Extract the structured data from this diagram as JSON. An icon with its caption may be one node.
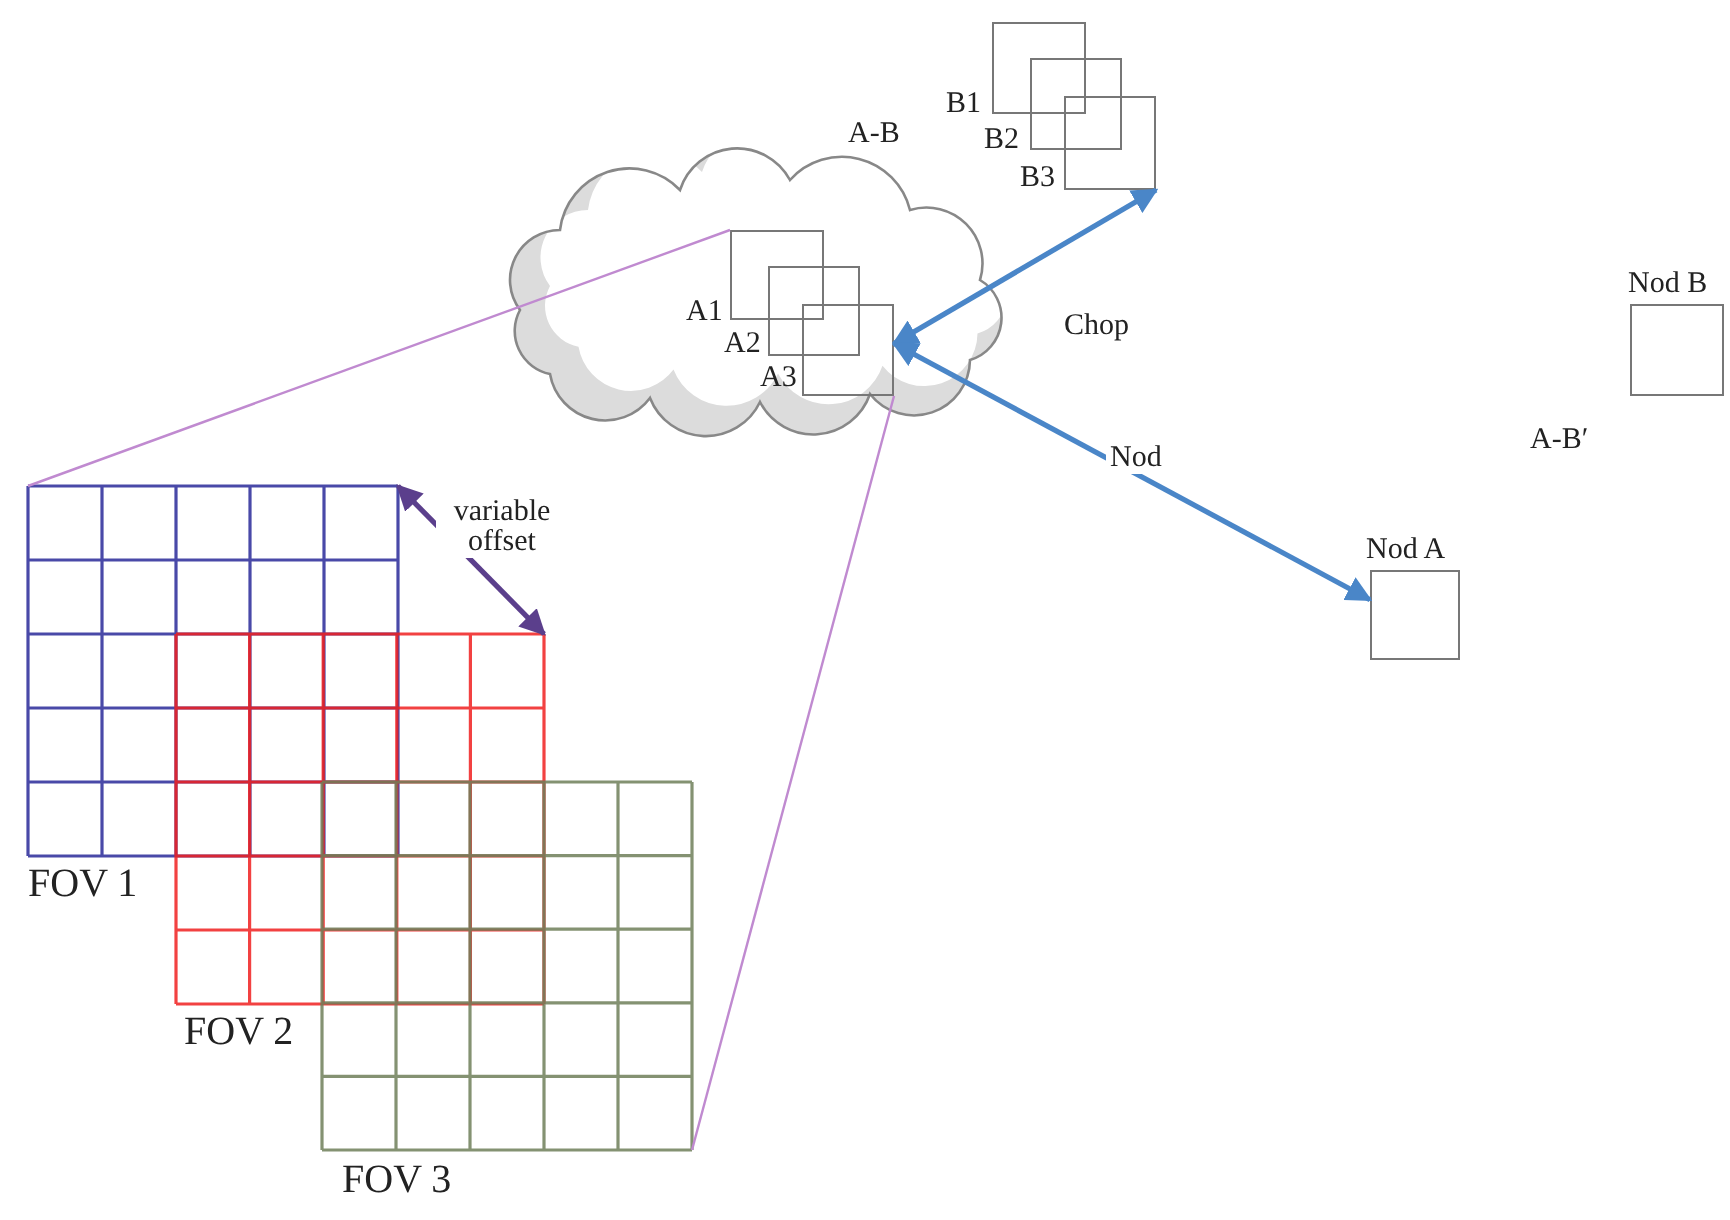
{
  "diagram": {
    "nodes": [
      {
        "text": [
          "A-B"
        ]
      },
      {
        "text": [
          "A1"
        ],
        "in": 0
      },
      {
        "text": [
          "A2"
        ],
        "in": 0
      },
      {
        "text": [
          "A3"
        ],
        "in": 0
      },
      {
        "text": [
          "B1"
        ]
      },
      {
        "text": [
          "B2"
        ]
      },
      {
        "text": [
          "B3"
        ]
      },
      {
        "text": [
          "Nod A"
        ]
      },
      {
        "text": [
          "Nod B"
        ]
      },
      {
        "text": [
          "FOV 1"
        ]
      },
      {
        "text": [
          "FOV 2"
        ]
      },
      {
        "text": [
          "FOV 3"
        ]
      }
    ],
    "edges": [
      {
        "from": 3,
        "to": 6,
        "arrow": "both",
        "label": "Chop",
        "color": "#4a86c8"
      },
      {
        "from": 3,
        "to": 7,
        "arrow": "both",
        "label": "Nod",
        "color": "#4a86c8"
      },
      {
        "from": 9,
        "to": 10,
        "arrow": "both",
        "label": "variable offset",
        "color": "#5b3f8c"
      },
      {
        "from": 1,
        "to": 9,
        "arrow": "none",
        "color": "#c08ad0"
      },
      {
        "from": 3,
        "to": 11,
        "arrow": "none",
        "color": "#c08ad0"
      }
    ],
    "labels": [
      "A-B′"
    ]
  }
}
